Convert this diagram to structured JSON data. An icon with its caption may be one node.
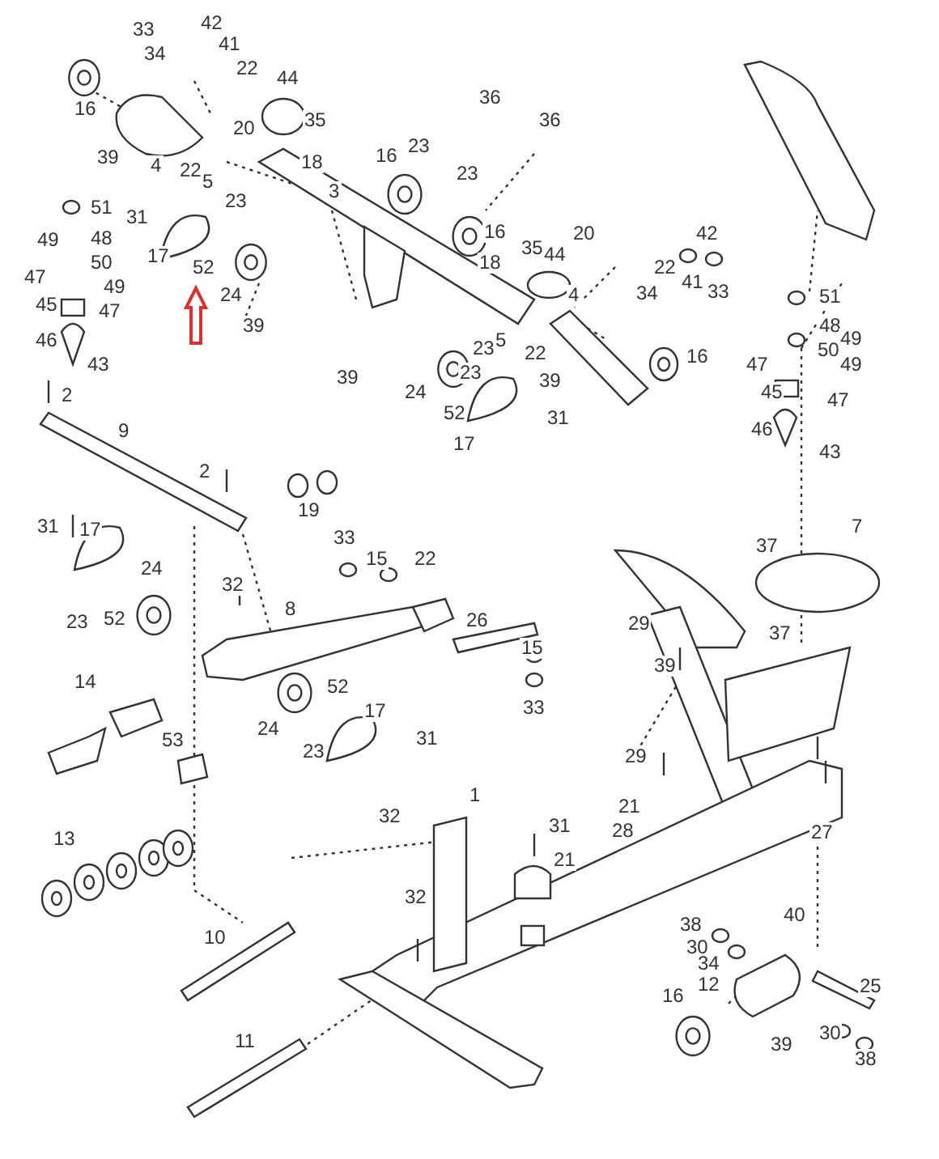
{
  "diagram": {
    "labels": [
      "42",
      "33",
      "41",
      "34",
      "22",
      "44",
      "16",
      "35",
      "20",
      "39",
      "4",
      "18",
      "22",
      "5",
      "3",
      "36",
      "36",
      "23",
      "16",
      "23",
      "16",
      "51",
      "31",
      "23",
      "49",
      "48",
      "17",
      "52",
      "50",
      "20",
      "35",
      "44",
      "18",
      "42",
      "22",
      "41",
      "33",
      "47",
      "49",
      "24",
      "45",
      "47",
      "39",
      "4",
      "34",
      "51",
      "5",
      "22",
      "23",
      "23",
      "48",
      "49",
      "50",
      "49",
      "47",
      "45",
      "47",
      "46",
      "43",
      "46",
      "43",
      "39",
      "16",
      "39",
      "24",
      "52",
      "17",
      "31",
      "2",
      "9",
      "2",
      "19",
      "33",
      "15",
      "22",
      "7",
      "37",
      "37",
      "29",
      "39",
      "26",
      "15",
      "33",
      "31",
      "17",
      "23",
      "52",
      "24",
      "32",
      "8",
      "14",
      "53",
      "24",
      "52",
      "23",
      "17",
      "31",
      "29",
      "21",
      "28",
      "27",
      "1",
      "32",
      "13",
      "31",
      "21",
      "32",
      "10",
      "11",
      "38",
      "30",
      "40",
      "34",
      "12",
      "16",
      "25",
      "30",
      "39",
      "38"
    ]
  }
}
